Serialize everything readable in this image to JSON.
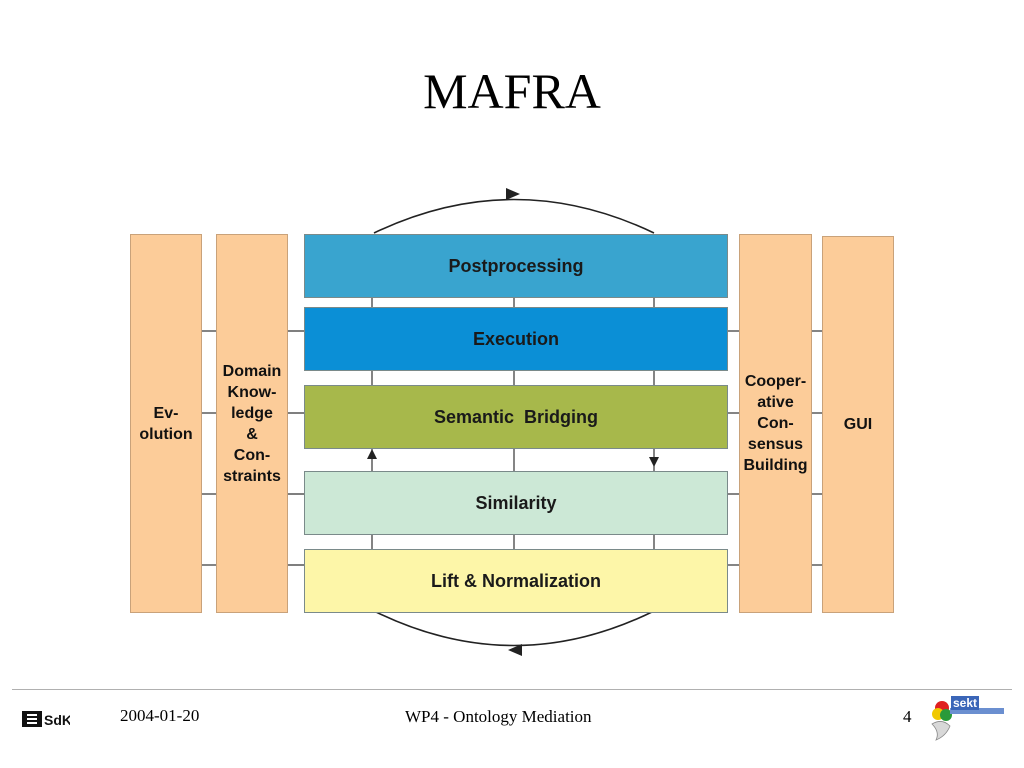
{
  "slide": {
    "title": "MAFRA"
  },
  "diagram": {
    "left_columns": [
      {
        "id": "evolution",
        "label": "Ev-\nolution"
      },
      {
        "id": "domain",
        "label": "Domain\nKnow-\nledge\n&\nCon-\nstraints"
      }
    ],
    "right_columns": [
      {
        "id": "cooperative",
        "label": "Cooper-\native\nCon-\nsensus\nBuilding"
      },
      {
        "id": "gui",
        "label": "GUI"
      }
    ],
    "layers": [
      {
        "id": "postprocessing",
        "label": "Postprocessing",
        "color": "#39a4cf"
      },
      {
        "id": "execution",
        "label": "Execution",
        "color": "#0b8fd6"
      },
      {
        "id": "semantic-bridging",
        "label": "Semantic  Bridging",
        "color": "#a7b84b"
      },
      {
        "id": "similarity",
        "label": "Similarity",
        "color": "#cce8d6"
      },
      {
        "id": "lift-normalization",
        "label": "Lift & Normalization",
        "color": "#fdf6a8"
      }
    ]
  },
  "footer": {
    "date": "2004-01-20",
    "center": "WP4 - Ontology Mediation",
    "page": "4",
    "left_logo_text": "SdK",
    "right_logo_text": "sekt"
  }
}
